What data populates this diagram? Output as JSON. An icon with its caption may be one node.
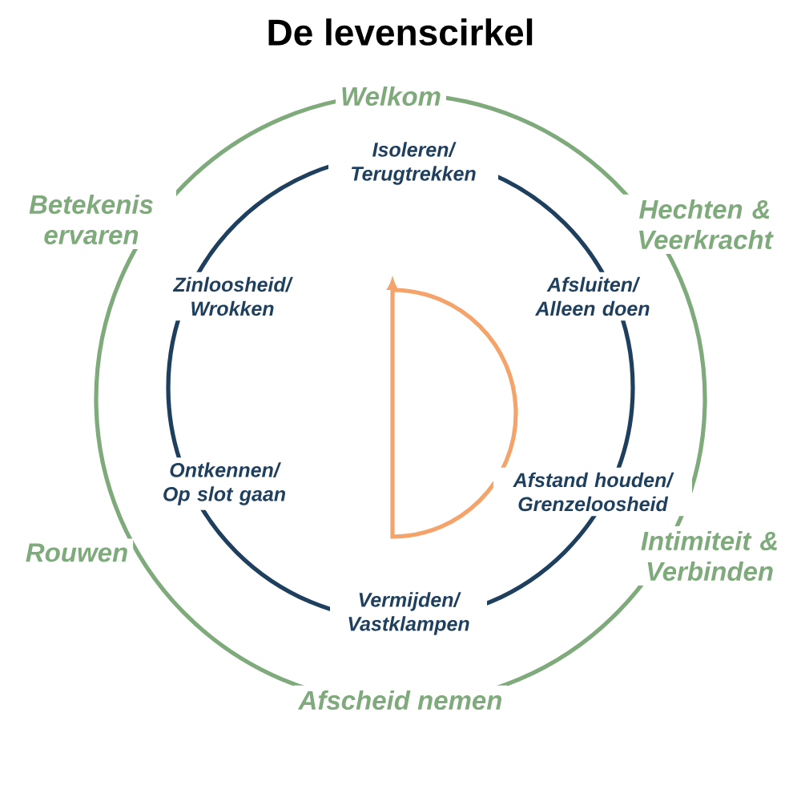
{
  "diagram": {
    "title": "De levenscirkel",
    "labels": [
      "Welkom",
      "Hechten & Veerkracht",
      "Intimiteit & Verbinden",
      "Afscheid nemen",
      "Rouwen",
      "Betekenis ervaren",
      "Isoleren/ Terugtrekken",
      "Afsluiten/ Alleen doen",
      "Afstand houden/ Grenzeloosheid",
      "Vermijden/ Vastklampen",
      "Ontkennen/ Op slot gaan",
      "Zinloosheid/ Wrokken"
    ]
  }
}
